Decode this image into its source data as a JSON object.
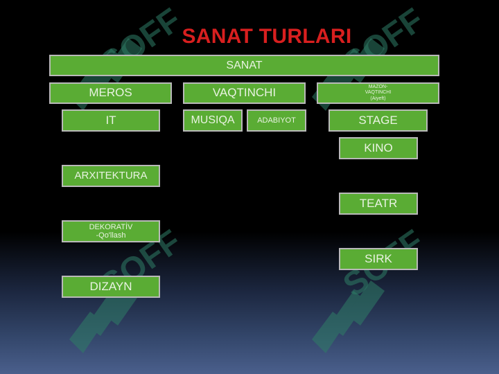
{
  "title": "SANAT TURLARI",
  "root": "SANAT",
  "categories": {
    "meros": "MEROS",
    "vaqtinchi": "VAQTINCHI",
    "mazon": [
      "MAZON-",
      "VAQTINCHI",
      "(Aiyeft)"
    ]
  },
  "meros_items": {
    "it": "IT",
    "arxitektura": "ARXITEKTURA",
    "dekorativ": [
      "DEKORATİV",
      "-Qo'llash"
    ],
    "dizayn": "DIZAYN"
  },
  "vaqtinchi_items": {
    "musiqa": "MUSIQA",
    "adabiyot": "ADABIYOT"
  },
  "mazon_items": {
    "stage": "STAGE",
    "kino": "KINO",
    "teatr": "TEATR",
    "sirk": "SIRK"
  },
  "watermark": {
    "text": "SOFF",
    "color": "#3f8f74"
  }
}
